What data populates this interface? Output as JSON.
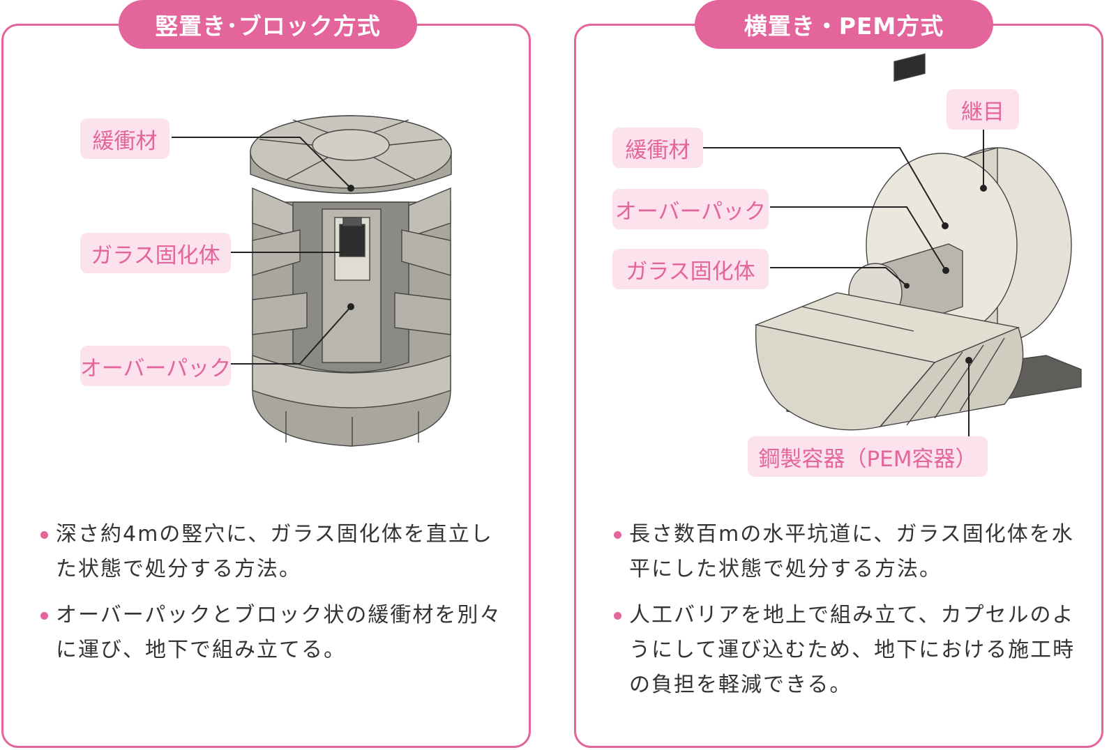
{
  "left": {
    "title": "竪置き･ブロック方式",
    "labels": {
      "buffer": "緩衝材",
      "glass": "ガラス固化体",
      "overpack": "オーバーパック"
    },
    "bullets": [
      "深さ約4mの竪穴に、ガラス固化体を直立した状態で処分する方法。",
      "オーバーパックとブロック状の緩衝材を別々に運び、地下で組み立てる。"
    ]
  },
  "right": {
    "title": "横置き・PEM方式",
    "labels": {
      "joint": "継目",
      "buffer": "緩衝材",
      "overpack": "オーバーパック",
      "glass": "ガラス固化体",
      "pem": "鋼製容器（PEM容器）"
    },
    "bullets": [
      "長さ数百mの水平坑道に、ガラス固化体を水平にした状態で処分する方法。",
      "人工バリアを地上で組み立て、カプセルのようにして運び込むため、地下における施工時の負担を軽減できる。"
    ]
  },
  "colors": {
    "accent": "#e4649c",
    "label_bg": "#fbe2ec",
    "block_gray": "#a9a69e",
    "bentonite": "#e6e1d6"
  }
}
